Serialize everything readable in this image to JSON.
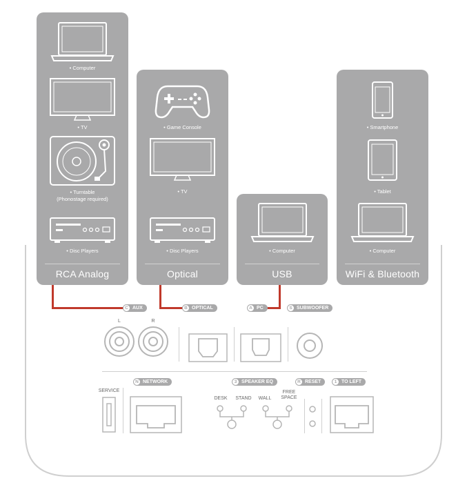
{
  "cards": {
    "rca": {
      "title": "RCA Analog",
      "items": [
        {
          "icon": "laptop-icon",
          "caption": "• Computer"
        },
        {
          "icon": "tv-icon",
          "caption": "• TV"
        },
        {
          "icon": "turntable-icon",
          "caption": "• Turntable\n(Phonostage required)"
        },
        {
          "icon": "disc-player-icon",
          "caption": "• Disc Players"
        }
      ]
    },
    "optical": {
      "title": "Optical",
      "items": [
        {
          "icon": "gamepad-icon",
          "caption": "• Game Console"
        },
        {
          "icon": "tv-icon",
          "caption": "• TV"
        },
        {
          "icon": "disc-player-icon",
          "caption": "• Disc Players"
        }
      ]
    },
    "usb": {
      "title": "USB",
      "items": [
        {
          "icon": "laptop-icon",
          "caption": "• Computer"
        }
      ]
    },
    "wifi": {
      "title": "WiFi & Bluetooth",
      "items": [
        {
          "icon": "smartphone-icon",
          "caption": "• Smartphone"
        },
        {
          "icon": "tablet-icon",
          "caption": "• Tablet"
        },
        {
          "icon": "laptop-icon",
          "caption": "• Computer"
        }
      ]
    }
  },
  "tags": {
    "aux": {
      "letter": "C",
      "label": "AUX"
    },
    "optical": {
      "letter": "B",
      "label": "OPTICAL"
    },
    "pc": {
      "letter": "A",
      "label": "PC"
    },
    "subwoofer": {
      "letter": "S",
      "label": "SUBWOOFER"
    },
    "network": {
      "letter": "N",
      "label": "NETWORK"
    },
    "speaker_eq": {
      "letter": "3",
      "label": "SPEAKER EQ"
    },
    "reset": {
      "letter": "R",
      "label": "RESET"
    },
    "to_left": {
      "letter": "1",
      "label": "TO LEFT"
    }
  },
  "port_labels": {
    "left": "L",
    "right": "R",
    "service": "SERVICE",
    "desk": "DESK",
    "stand": "STAND",
    "wall": "WALL",
    "free_space": "FREE\nSPACE"
  },
  "colors": {
    "card": "#a9a9aa",
    "cable": "#c0392b",
    "outline": "#bdbdbd"
  }
}
